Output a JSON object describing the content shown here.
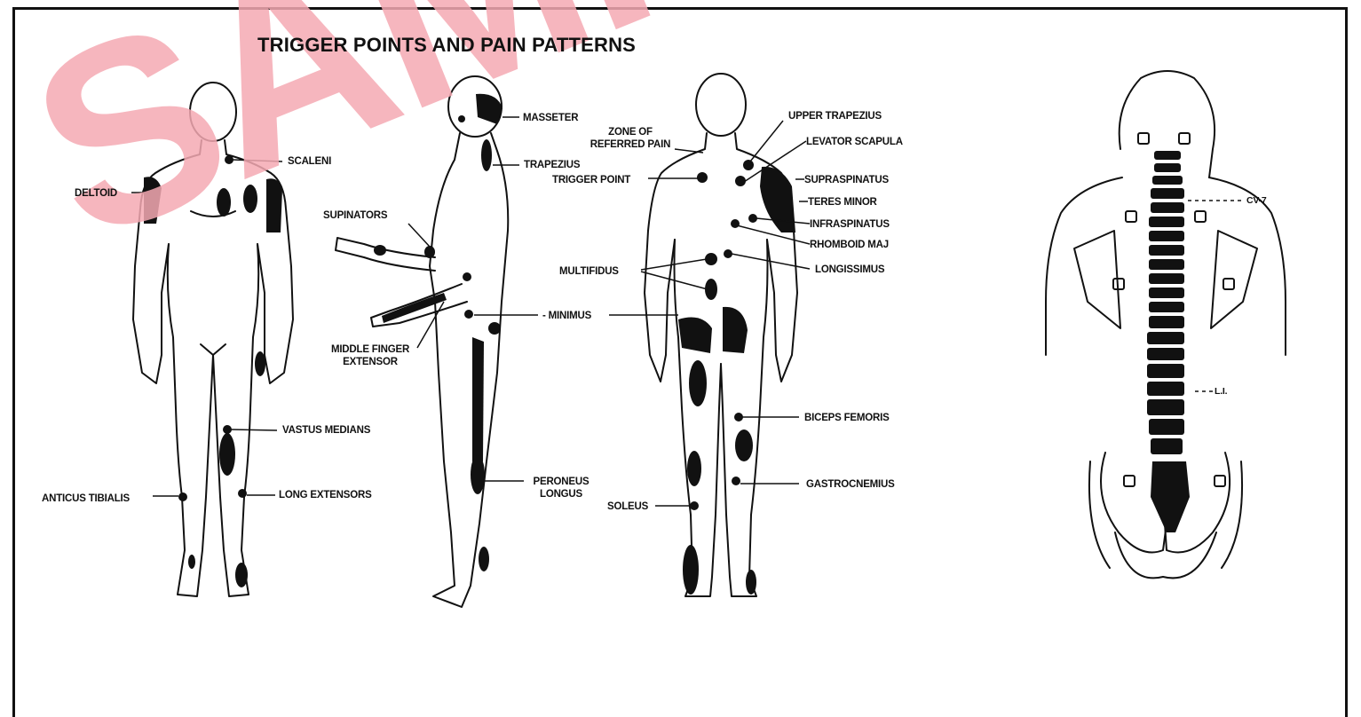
{
  "title": "TRIGGER POINTS AND PAIN PATTERNS",
  "watermark": "SAMPLE",
  "watermark_color": "#f4a9b3",
  "labels": {
    "scaleni": "SCALENI",
    "deltoid": "DELTOID",
    "vastus_medians": "VASTUS MEDIANS",
    "anticus_tibialis": "ANTICUS TIBIALIS",
    "long_extensors": "LONG EXTENSORS",
    "masseter": "MASSETER",
    "trapezius": "TRAPEZIUS",
    "supinators": "SUPINATORS",
    "minimus": "- MINIMUS",
    "middle_finger_1": "MIDDLE FINGER",
    "middle_finger_2": "EXTENSOR",
    "peroneus_1": "PERONEUS",
    "peroneus_2": "LONGUS",
    "zone_1": "ZONE OF",
    "zone_2": "REFERRED PAIN",
    "trigger_point": "TRIGGER POINT",
    "upper_trapezius": "UPPER TRAPEZIUS",
    "levator_scapula": "LEVATOR SCAPULA",
    "supraspinatus": "SUPRASPINATUS",
    "teres_minor": "TERES MINOR",
    "infraspinatus": "INFRASPINATUS",
    "rhomboid_maj": "RHOMBOID MAJ",
    "multifidus": "MULTIFIDUS",
    "longissimus": "LONGISSIMUS",
    "biceps_femoris": "BICEPS FEMORIS",
    "gastrocnemius": "GASTROCNEMIUS",
    "soleus": "SOLEUS",
    "cv7": "CV-7",
    "li": "L.I."
  }
}
